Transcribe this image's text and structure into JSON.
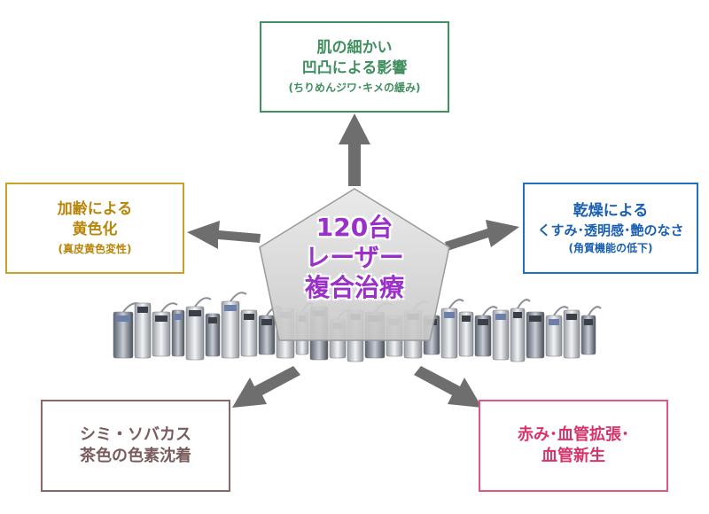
{
  "center": {
    "line1": "120台",
    "line2": "レーザー",
    "line3": "複合治療"
  },
  "top": {
    "line1": "肌の細かい",
    "line2": "凹凸による影響",
    "sub": "(ちりめんジワ･キメの緩み)"
  },
  "left": {
    "line1": "加齢による",
    "line2": "黄色化",
    "sub": "(真皮黄色変性)"
  },
  "right": {
    "line1": "乾燥による",
    "line2": "くすみ･透明感･艶のなさ",
    "sub": "(角質機能の低下)"
  },
  "bottom_left": {
    "line1": "シミ・ソバカス",
    "line2": "茶色の色素沈着"
  },
  "bottom_right": {
    "line1": "赤み･血管拡張･",
    "line2": "血管新生"
  },
  "colors": {
    "top": "#3f8f5f",
    "left": "#b8860b",
    "right": "#1a5fb0",
    "bottom_left": "#7a5c5c",
    "bottom_right": "#d6336c",
    "center_text": "#9b30c8",
    "arrow": "#6e6e6e",
    "pentagon": "#d9d9d9"
  }
}
